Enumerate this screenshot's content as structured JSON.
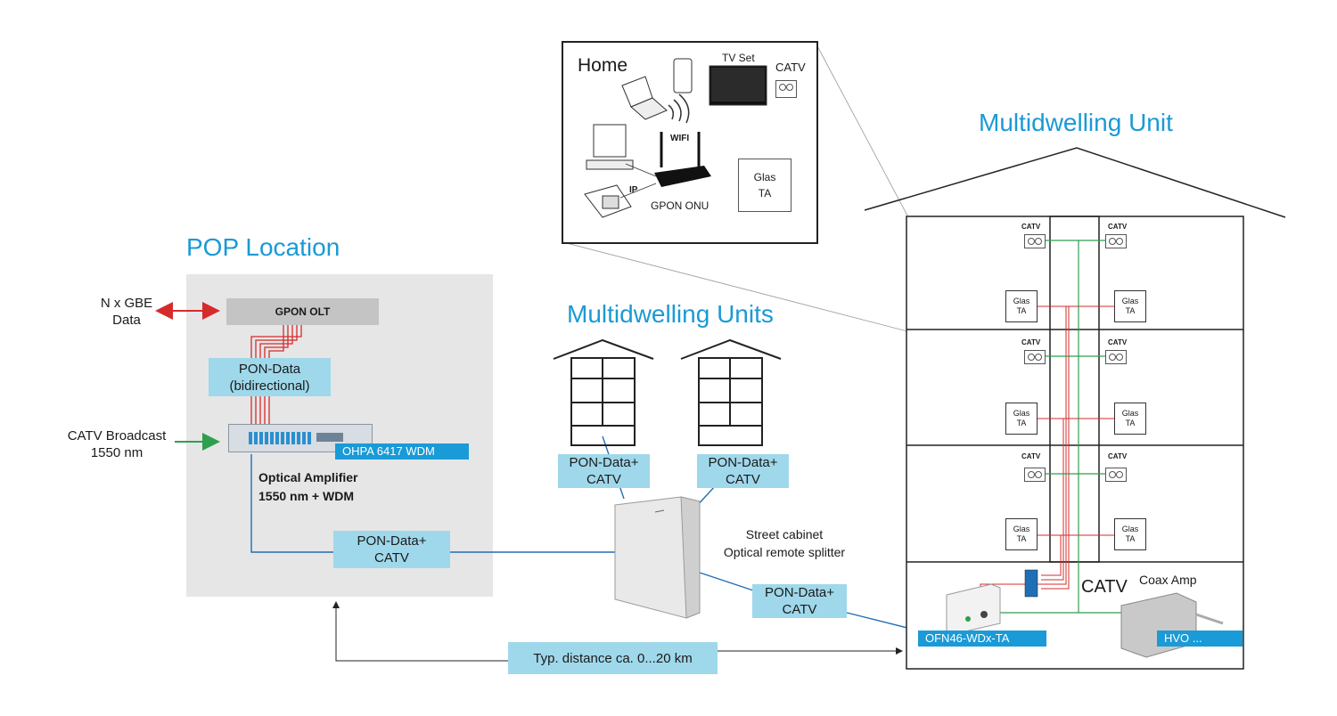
{
  "titles": {
    "pop": "POP Location",
    "mdus": "Multidwelling Units",
    "mdu": "Multidwelling Unit"
  },
  "pop": {
    "gbe": [
      "N x GBE",
      "Data"
    ],
    "gpon_olt": "GPON OLT",
    "pon_data": [
      "PON-Data",
      "(bidirectional)"
    ],
    "catv_broadcast": [
      "CATV Broadcast",
      "1550 nm"
    ],
    "amp_model": "OHPA 6417 WDM",
    "amp_desc": [
      "Optical Amplifier",
      "1550 nm + WDM"
    ],
    "feeder": [
      "PON-Data+",
      "CATV"
    ]
  },
  "street": {
    "mdu1": [
      "PON-Data+",
      "CATV"
    ],
    "mdu2": [
      "PON-Data+",
      "CATV"
    ],
    "cabinet": [
      "Street cabinet",
      "Optical remote splitter"
    ],
    "to_building": [
      "PON-Data+",
      "CATV"
    ],
    "distance": "Typ. distance  ca.  0...20 km"
  },
  "home": {
    "title": "Home",
    "tv": "TV Set",
    "catv": "CATV",
    "wifi": "WIFI",
    "ip": "IP",
    "onu": "GPON ONU",
    "glas": [
      "Glas",
      "TA"
    ]
  },
  "building": {
    "socket_label": "CATV",
    "glas": [
      "Glas",
      "TA"
    ],
    "basement_catv": "CATV",
    "coax_amp": "Coax Amp",
    "onu_model": "OFN46-WDx-TA",
    "amp_model": "HVO ..."
  },
  "colors": {
    "accent": "#1a9ad6",
    "box": "#9fd8ea",
    "fiber_red": "#d62b2b",
    "coax_green": "#2e9e4f",
    "fiber_blue": "#1f6fb5",
    "pop_bg": "#e6e6e6"
  }
}
